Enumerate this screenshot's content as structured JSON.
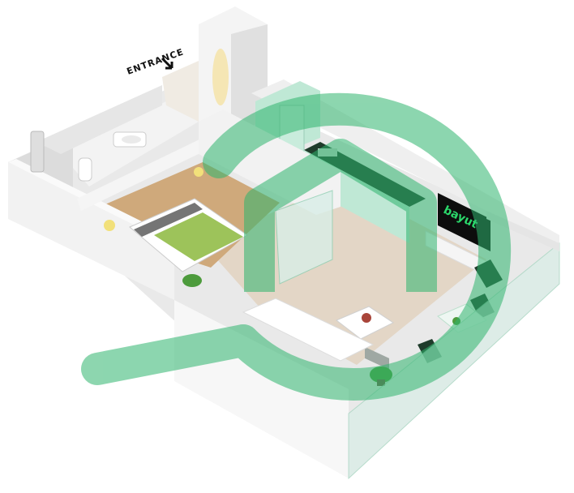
{
  "plan": {
    "entrance_label": "ENTRANCE",
    "tv_screen_text": "bayut",
    "watermark_icon": "bayut-house-logo-watermark",
    "colors": {
      "wall": "#ededed",
      "wall_shadow": "#cfcfcf",
      "floor_tile": "#e3d6c6",
      "wood_floor": "#cfa97b",
      "kitchen_cabinet": "#bfe8d5",
      "counter": "#1f3c2b",
      "bed_linen": "#9dc35a",
      "glass": "#d9eee7",
      "watermark": "#2fb56e"
    }
  }
}
